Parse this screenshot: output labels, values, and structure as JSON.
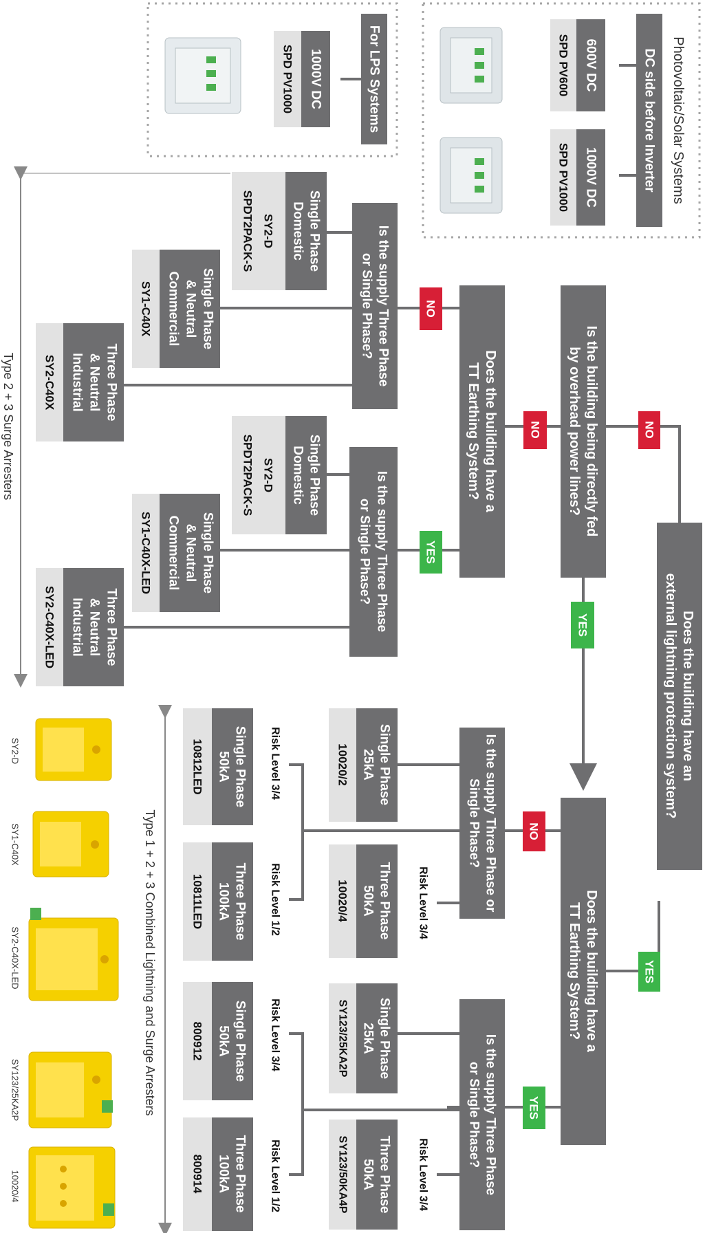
{
  "colors": {
    "box": "#6e6e70",
    "code_box": "#e2e2e2",
    "yes": "#3cb54a",
    "no": "#d71f36"
  },
  "badges": {
    "yes": "YES",
    "no": "NO"
  },
  "pv_section": {
    "title": "Photovoltaic/Solar Systems",
    "question": "DC side before Inverter",
    "options": [
      {
        "voltage": "600V DC",
        "code": "SPD PV600"
      },
      {
        "voltage": "1000V DC",
        "code": "SPD PV1000"
      }
    ]
  },
  "lps_section": {
    "question": "For LPS Systems",
    "option": {
      "voltage": "1000V DC",
      "code": "SPD PV1000"
    }
  },
  "questions": {
    "external_lps": [
      "Does the building have an",
      "external lightning protection system?"
    ],
    "overhead": [
      "Is the building being directly fed",
      "by overhead power lines?"
    ],
    "tt_upper": [
      "Does the building have a",
      "TT Earthing System?"
    ],
    "tt_lower": [
      "Does the building have a",
      "TT Earthing System?"
    ],
    "phase_2line": [
      "Is the supply Three Phase",
      "or Single Phase?"
    ],
    "phase_or": [
      "Is the supply Three Phase or",
      "Single Phase?"
    ]
  },
  "type23": {
    "label": "Type 2 + 3 Surge Arresters",
    "domestic": {
      "title": [
        "Single Phase",
        "Domestic"
      ],
      "codes": [
        "SY2-D",
        "SPDT2PACK-S"
      ]
    },
    "commercial": {
      "title": [
        "Single Phase",
        "& Neutral",
        "Commercial"
      ]
    },
    "industrial": {
      "title": [
        "Three Phase",
        "& Neutral",
        "Industrial"
      ]
    },
    "no_branch_codes": {
      "commercial": "SY1-C40X",
      "industrial": "SY2-C40X"
    },
    "yes_branch_codes": {
      "commercial": "SY1-C40X-LED",
      "industrial": "SY2-C40X-LED"
    }
  },
  "type123": {
    "label": "Type 1 + 2 + 3 Combined Lightning and Surge Arresters",
    "risk_labels": {
      "r34": "Risk Level 3/4",
      "r12": "Risk Level 1/2"
    },
    "no_branch": {
      "upper": [
        {
          "title": [
            "Single Phase",
            "25kA"
          ],
          "code": "10020/2"
        },
        {
          "title": [
            "Three Phase",
            "50kA"
          ],
          "code": "10020/4"
        }
      ],
      "lower": [
        {
          "title": [
            "Single Phase",
            "50kA"
          ],
          "code": "10812LED"
        },
        {
          "title": [
            "Three Phase",
            "100kA"
          ],
          "code": "10811LED"
        }
      ]
    },
    "yes_branch": {
      "upper": [
        {
          "title": [
            "Single Phase",
            "25kA"
          ],
          "code": "SY123/25KA2P"
        },
        {
          "title": [
            "Three Phase",
            "50kA"
          ],
          "code": "SY123/50KA4P"
        }
      ],
      "lower": [
        {
          "title": [
            "Single Phase",
            "50kA"
          ],
          "code": "800912"
        },
        {
          "title": [
            "Three Phase",
            "100kA"
          ],
          "code": "800914"
        }
      ]
    }
  },
  "product_captions": [
    "SY2-D",
    "SY1-C40X",
    "SY2-C40X-LED",
    "SY123/25KA2P",
    "10020/4"
  ]
}
